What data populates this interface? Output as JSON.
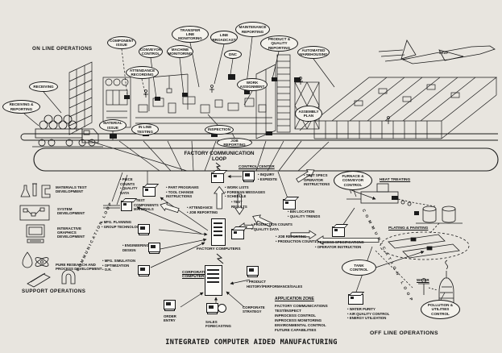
{
  "title": "INTEGRATED COMPUTER AIDED MANUFACTURING",
  "section_labels": {
    "on_line": "ON LINE OPERATIONS",
    "support": "SUPPORT OPERATIONS",
    "off_line": "OFF LINE OPERATIONS"
  },
  "loop_labels": {
    "factory": "FACTORY COMMUNICATION\nLOOP",
    "support": "COMMUNICATION LOOP",
    "offline": "COMMUNICATION LOOP"
  },
  "airplane": {
    "marking": "USAF"
  },
  "callouts": {
    "component_issue": "COMPONENT\nISSUE",
    "conveyor_control": "CONVEYOR\nCONTROL",
    "machine_monitoring": "MACHINE\nMONITORING",
    "transfer_line_monitoring": "TRANSFER\nLINE\nMONITORING",
    "line_broadcast": "LINE\nBROADCAST",
    "maintenance_reporting": "MAINTENANCE\nREPORTING",
    "product_quality_reporting": "PRODUCT &\nQUALITY\nREPORTING",
    "automated_warehousing": "AUTOMATED\nWAREHOUSING",
    "dnc": "DNC",
    "attendance_recording": "ATTENDANCE\nRECORDING",
    "work_assignment": "WORK\nASSIGNMENT",
    "receiving": "RECEIVING",
    "receiving_reporting": "RECEIVING &\nREPORTING",
    "material_issue": "MATERIAL\nISSUE",
    "in_line_testing": "IN LINE\nTESTING",
    "inspection": "INSPECTION",
    "job_reporting": "JOB REPORTING",
    "assembly_plan": "ASSEMBLY\nPLAN",
    "furnace_conveyor_control": "FURNACE &\nCONVEYOR\nCONTROL",
    "tank_control": "TANK\nCONTROL",
    "pollution_utilities_control": "POLLUTION &\nUTILITIES\nCONTROL"
  },
  "centers": {
    "control_center": "CONTROL CENTER",
    "factory_computers": "FACTORY COMPUTERS",
    "corporate_computer": "CORPORATE\nCOMPUTER",
    "application_zone": "APPLICATION ZONE",
    "order_entry": "ORDER\nENTRY",
    "sales_forecasting": "SALES\nFORECASTING",
    "corporate_strategy": "CORPORATE\nSTRATEGY",
    "heat_treating": "HEAT TREATING",
    "plating_painting": "PLATING & PAINTING",
    "water": "WATER"
  },
  "notes": {
    "inquiry": "• INQUIRY\n• EXPEDITE",
    "work_lists": "• WORK LISTS\n• FOREMAN MESSAGES\n• SCHEDULE",
    "test_results": "• TEST\n  RESULTS",
    "attendance": "• ATTENDANCE\n• JOB REPORTING",
    "piece_counts": "• PIECE\n  COUNTS\n• QUALITY\n  DATA",
    "part_programs": "• PART PROGRAMS\n• TOOL CHANGE\n  INSTRUCTIONS",
    "test_components": "• TEST\n  COMPONENTS\n  MATERIALS",
    "mfg_planning": "• MFG. PLANNING\n• GROUP TECHNOLOGY",
    "engineering_design": "• ENGINEERING\n  DESIGN",
    "mfg_simulation": "• MFG. SIMULATION\n• OPTIMIZATION\n• O.R.",
    "bin_location": "• BIN LOCATION\n• QUALITY TRENDS",
    "production_counts": "• PRODUCTION COUNTS\n• QUALITY DATA",
    "job_reporting_counts": "• JOB REPORTING\n• PRODUCTION COUNTS",
    "process_specs": "• PROCESS SPECIFICATIONS\n• OPERATOR INSTRUCTION",
    "test_specs": "• TEST SPECS\n  OPERATOR\n  INSTRUCTIONS",
    "product_history": "• PRODUCT\n  HISTORY/PERFORMANCE/SALES",
    "water_purity": "• WATER PURITY\n• AIR QUALITY CONTROL\n• ENERGY UTILIZATION"
  },
  "support_items": {
    "materials_test": "MATERIALS TEST\nDEVELOPMENT",
    "system_dev": "SYSTEM\nDEVELOPMENT",
    "interactive_graphics": "INTERACTIVE\nGRAPHICS\nDEVELOPMENT",
    "pure_research": "PURE RESEARCH AND\nPROCESS DEVELOPMENT"
  },
  "application_zone_items": [
    "FACTORY COMMUNICATIONS",
    "TEST/INSPECT",
    "INPROCESS CONTROL",
    "INPROCESS MONITORING",
    "ENVIRONMENTAL CONTROL",
    "FUTURE CAPABILITIES"
  ],
  "colors": {
    "paper": "#e8e5df",
    "ink": "#1a1a1a",
    "fill": "#f4f2ec"
  }
}
